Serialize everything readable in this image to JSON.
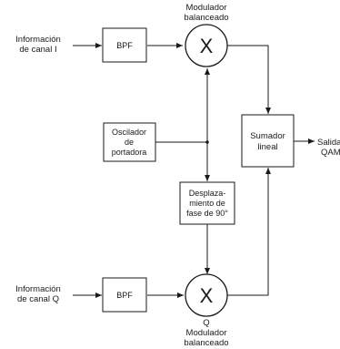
{
  "inputs": {
    "i_channel": [
      "Información",
      "de canal I"
    ],
    "q_channel": [
      "Información",
      "de canal Q"
    ]
  },
  "blocks": {
    "bpf_top": "BPF",
    "bpf_bottom": "BPF",
    "oscillator": [
      "Oscilador",
      "de",
      "portadora"
    ],
    "phase_shift": [
      "Desplaza-",
      "miento de",
      "fase de 90°"
    ],
    "summer": [
      "Sumador",
      "lineal"
    ]
  },
  "modulators": {
    "top_label": [
      "Modulador",
      "balanceado"
    ],
    "bottom_label": [
      "Q",
      "Modulador",
      "balanceado"
    ],
    "symbol": "X"
  },
  "output": [
    "Salida",
    "QAM"
  ]
}
